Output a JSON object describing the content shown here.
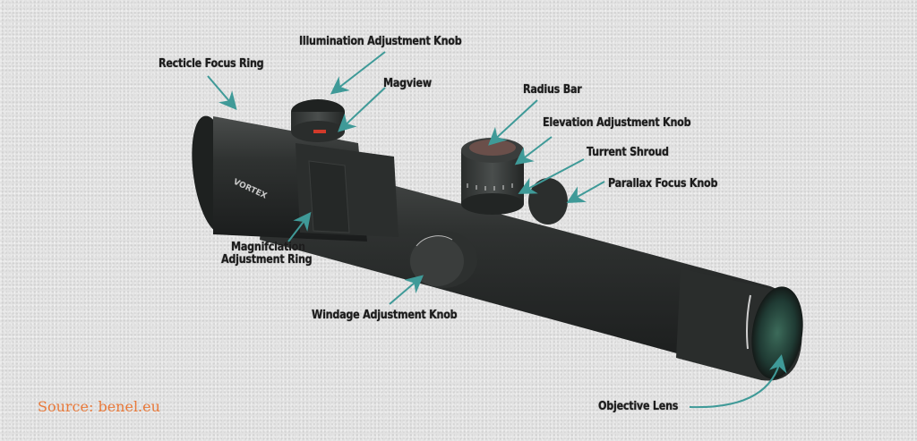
{
  "diagram": {
    "subject": "Rifle scope with labeled parts",
    "brand_mark": "VORTEX",
    "arrow_color": "#3f9a98",
    "label_color": "#1c1c1c",
    "labels": {
      "reticle_focus_ring": "Recticle Focus Ring",
      "illumination_adjustment_knob": "Illumination Adjustment Knob",
      "magview": "Magview",
      "radius_bar": "Radius Bar",
      "elevation_adjustment_knob": "Elevation Adjustment Knob",
      "turret_shroud": "Turrent Shroud",
      "parallax_focus_knob": "Parallax Focus Knob",
      "magnification_line1": "Magnifciation",
      "magnification_line2": "Adjustment Ring",
      "windage_adjustment_knob": "Windage Adjustment Knob",
      "objective_lens": "Objective Lens"
    }
  },
  "source": {
    "text": "Source: benel.eu",
    "color": "#e8793a"
  }
}
